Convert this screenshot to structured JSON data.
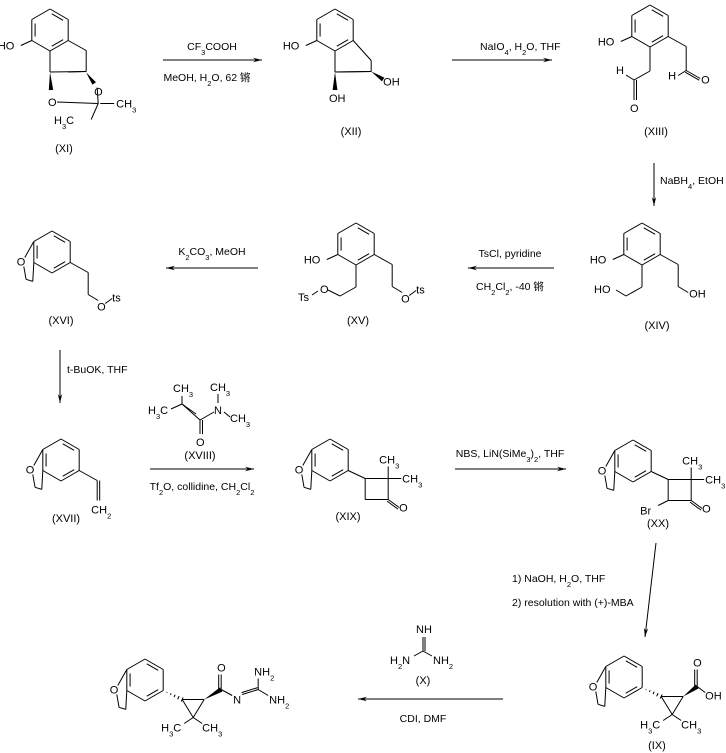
{
  "title": "Synthesis scheme of acylguanidine cyclopropane derivative",
  "compounds": [
    {
      "id": "XI",
      "label": "(XI)",
      "atoms": [
        "HO",
        "O",
        "O",
        "CH3",
        "H3C"
      ]
    },
    {
      "id": "XII",
      "label": "(XII)",
      "atoms": [
        "HO",
        "OH",
        "OH"
      ]
    },
    {
      "id": "XIII",
      "label": "(XIII)",
      "atoms": [
        "HO",
        "H",
        "O",
        "H",
        "O"
      ]
    },
    {
      "id": "XIV",
      "label": "(XIV)",
      "atoms": [
        "HO",
        "HO",
        "OH"
      ]
    },
    {
      "id": "XV",
      "label": "(XV)",
      "atoms": [
        "HO",
        "Ts",
        "O",
        "O",
        "ts"
      ]
    },
    {
      "id": "XVI",
      "label": "(XVI)",
      "atoms": [
        "O",
        "O",
        "ts"
      ]
    },
    {
      "id": "XVII",
      "label": "(XVII)",
      "atoms": [
        "O",
        "CH2"
      ]
    },
    {
      "id": "XVIII",
      "label": "(XVIII)",
      "atoms": [
        "CH3",
        "CH3",
        "H3C",
        "N",
        "CH3",
        "O"
      ]
    },
    {
      "id": "XIX",
      "label": "(XIX)",
      "atoms": [
        "O",
        "CH3",
        "CH3",
        "O"
      ]
    },
    {
      "id": "XX",
      "label": "(XX)",
      "atoms": [
        "O",
        "CH3",
        "CH3",
        "Br",
        "O"
      ]
    },
    {
      "id": "IX",
      "label": "(IX)",
      "atoms": [
        "O",
        "O",
        "OH",
        "H3C",
        "CH3"
      ]
    },
    {
      "id": "X",
      "label": "(X)",
      "atoms": [
        "NH",
        "H2N",
        "NH2"
      ]
    },
    {
      "id": "product",
      "label": "",
      "atoms": [
        "O",
        "O",
        "NH2",
        "N",
        "NH2",
        "H3C",
        "CH3"
      ]
    }
  ],
  "reactions": [
    {
      "from": "XI",
      "to": "XII",
      "above": "CF3COOH",
      "below": "MeOH, H2O, 62 锵"
    },
    {
      "from": "XII",
      "to": "XIII",
      "above": "NaIO4, H2O, THF",
      "below": ""
    },
    {
      "from": "XIII",
      "to": "XIV",
      "side": "NaBH4, EtOH"
    },
    {
      "from": "XIV",
      "to": "XV",
      "above": "TsCl, pyridine",
      "below": "CH2Cl2, -40 锵"
    },
    {
      "from": "XV",
      "to": "XVI",
      "above": "K2CO3, MeOH",
      "below": ""
    },
    {
      "from": "XVI",
      "to": "XVII",
      "side": "t-BuOK, THF"
    },
    {
      "from": "XVII",
      "to": "XIX",
      "above": "(XVIII)",
      "below": "Tf2O, collidine, CH2Cl2"
    },
    {
      "from": "XIX",
      "to": "XX",
      "above": "NBS, LiN(SiMe3)2, THF",
      "below": ""
    },
    {
      "from": "XX",
      "to": "IX",
      "side_lines": [
        "1) NaOH, H2O, THF",
        "2) resolution with (+)-MBA"
      ]
    },
    {
      "from": "IX",
      "to": "product",
      "above": "(X)",
      "below": "CDI, DMF"
    }
  ]
}
